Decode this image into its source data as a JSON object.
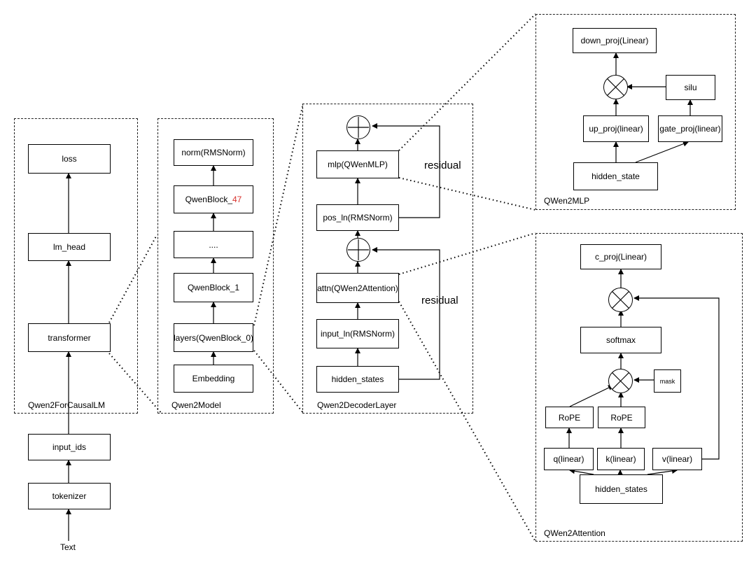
{
  "input": {
    "text": "Text"
  },
  "causal_lm": {
    "caption": "Qwen2ForCausalLM",
    "loss": "loss",
    "lm_head": "lm_head",
    "transformer": "transformer"
  },
  "preproc": {
    "tokenizer": "tokenizer",
    "input_ids": "input_ids"
  },
  "model": {
    "caption": "Qwen2Model",
    "norm": "norm(RMSNorm)",
    "block47_prefix": "QwenBlock_",
    "block47_num": "47",
    "ellipsis": "....",
    "block1": "QwenBlock_1",
    "layers": "layers(QwenBlock_0)",
    "embedding": "Embedding"
  },
  "decoder": {
    "caption": "Qwen2DecoderLayer",
    "mlp": "mlp(QWenMLP)",
    "pos_ln": "pos_ln(RMSNorm)",
    "attn": "attn(QWen2Attention)",
    "input_ln": "input_ln(RMSNorm)",
    "hidden_states": "hidden_states",
    "residual_top": "residual",
    "residual_bottom": "residual"
  },
  "mlp_detail": {
    "caption": "QWen2MLP",
    "down_proj": "down_proj(Linear)",
    "silu": "silu",
    "up_proj": "up_proj(linear)",
    "gate_proj": "gate_proj(linear)",
    "hidden_state": "hidden_state"
  },
  "attention_detail": {
    "caption": "QWen2Attention",
    "c_proj": "c_proj(Linear)",
    "softmax": "softmax",
    "mask": "mask",
    "rope_q": "RoPE",
    "rope_k": "RoPE",
    "q": "q(linear)",
    "k": "k(linear)",
    "v": "v(linear)",
    "hidden_states": "hidden_states"
  },
  "colors": {
    "highlight": "#d9322d",
    "line": "#000000"
  }
}
